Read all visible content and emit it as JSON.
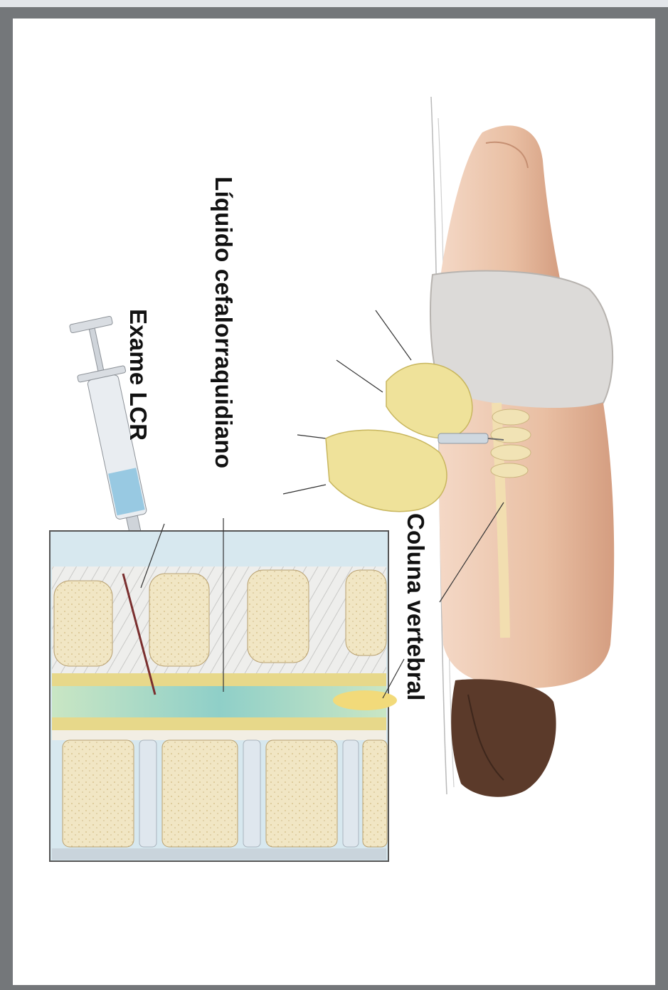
{
  "labels": {
    "csf": "Líquido cefalorraquidiano",
    "exam": "Exame LCR",
    "spine": "Coluna vertebral"
  },
  "colors": {
    "frame": "#74777a",
    "skin": "#e9bfa3",
    "glove": "#efe29a",
    "shorts": "#dcdad8",
    "hair": "#5b3a2a",
    "csf": "#8fcfc8",
    "bone": "#f1e6c4",
    "inset_bg": "#d7e8ef"
  },
  "icons": [
    "syringe-icon",
    "patient-figure-icon",
    "gloved-hands-icon",
    "spine-cross-section-icon"
  ]
}
